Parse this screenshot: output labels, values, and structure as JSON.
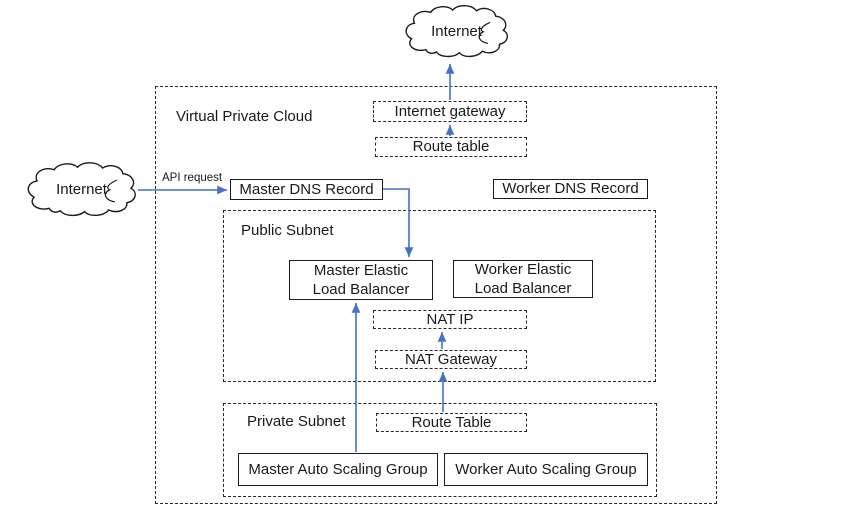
{
  "clouds": {
    "top_label": "Internet",
    "left_label": "Internet"
  },
  "vpc": {
    "label": "Virtual Private Cloud"
  },
  "subnets": {
    "public": {
      "label": "Public Subnet"
    },
    "private": {
      "label": "Private Subnet"
    }
  },
  "nodes": {
    "internet_gateway": {
      "label": "Internet gateway"
    },
    "route_table_top": {
      "label": "Route table"
    },
    "master_dns": {
      "label": "Master DNS Record"
    },
    "worker_dns": {
      "label": "Worker DNS Record"
    },
    "master_elb": {
      "line1": "Master Elastic",
      "line2": "Load Balancer"
    },
    "worker_elb": {
      "line1": "Worker Elastic",
      "line2": "Load Balancer"
    },
    "nat_ip": {
      "label": "NAT IP"
    },
    "nat_gateway": {
      "label": "NAT Gateway"
    },
    "route_table_private": {
      "label": "Route Table"
    },
    "master_asg": {
      "label": "Master Auto Scaling Group"
    },
    "worker_asg": {
      "label": "Worker Auto Scaling Group"
    }
  },
  "edges": {
    "api_request_label": "API request"
  },
  "colors": {
    "arrow": "#4472C4",
    "outline": "#1a1a1a"
  }
}
